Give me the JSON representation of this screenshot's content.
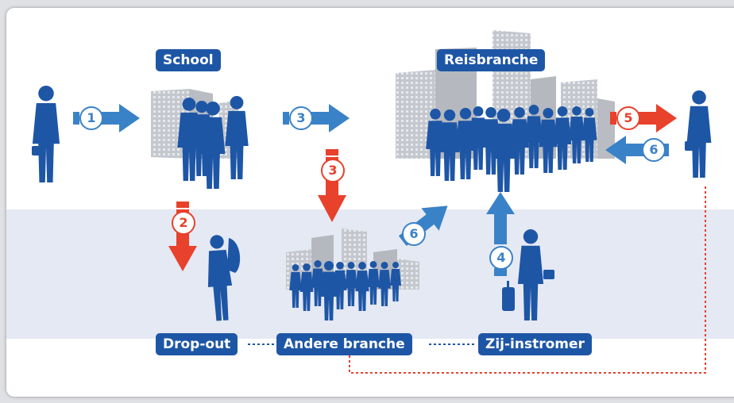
{
  "labels": {
    "school": "School",
    "reisbranche": "Reisbranche",
    "drop_out": "Drop-out",
    "andere_branche": "Andere branche",
    "zij_instromer": "Zij-instromer"
  },
  "steps": {
    "s1": "1",
    "s2": "2",
    "s3a": "3",
    "s3b": "3",
    "s4": "4",
    "s5": "5",
    "s6a": "6",
    "s6b": "6"
  },
  "colors": {
    "blue_arrow": "#3a82c8",
    "red_arrow": "#e8412c",
    "silhouette": "#1e56a6",
    "label_bg": "#1e56a6",
    "band": "#e5e9f3",
    "building": "#b8bcc2"
  }
}
